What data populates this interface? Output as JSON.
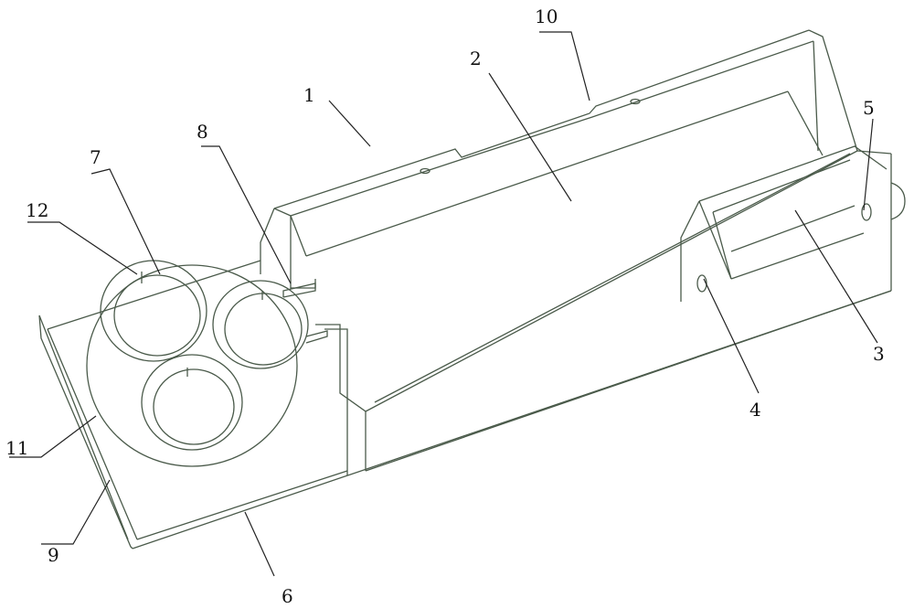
{
  "figure": {
    "labels": {
      "l1": "1",
      "l2": "2",
      "l3": "3",
      "l4": "4",
      "l5": "5",
      "l6": "6",
      "l7": "7",
      "l8": "8",
      "l9": "9",
      "l10": "10",
      "l11": "11",
      "l12": "12"
    },
    "line_color": "#4a5a4a"
  }
}
